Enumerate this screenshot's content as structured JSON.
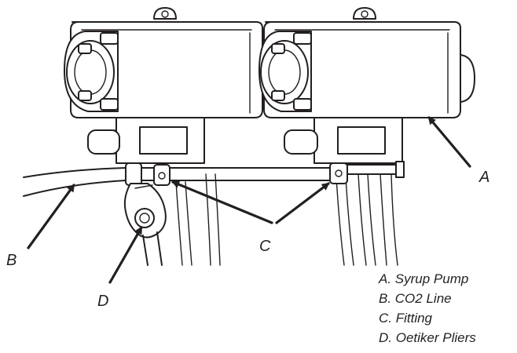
{
  "callouts": {
    "a": "A",
    "b": "B",
    "c": "C",
    "d": "D"
  },
  "legend": [
    "A. Syrup Pump",
    "B. CO2 Line",
    "C. Fitting",
    "D. Oetiker Pliers"
  ],
  "colors": {
    "ink": "#231f20",
    "background": "#ffffff"
  }
}
